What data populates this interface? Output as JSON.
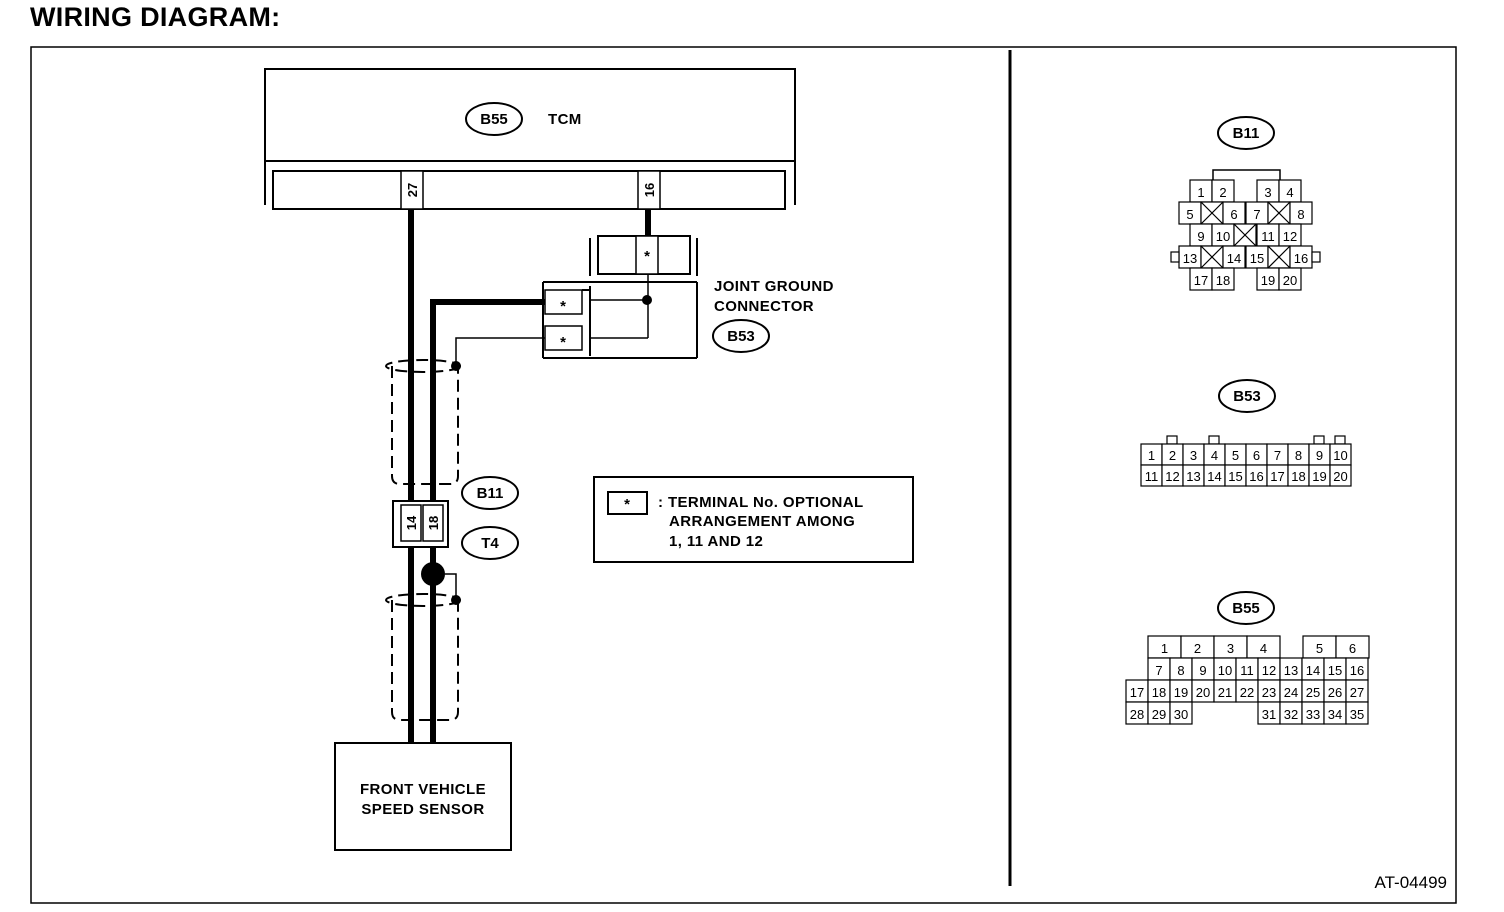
{
  "title": "WIRING DIAGRAM:",
  "figure_id": "AT-04499",
  "tcm": {
    "connector": "B55",
    "name": "TCM",
    "terminal_a": "27",
    "terminal_b": "16"
  },
  "joint_ground": {
    "line1": "JOINT GROUND",
    "line2": "CONNECTOR",
    "connector": "B53",
    "marker": "*"
  },
  "junction": {
    "connector_a": "B11",
    "connector_b": "T4",
    "pin_a": "14",
    "pin_b": "18"
  },
  "sensor": {
    "line1": "FRONT VEHICLE",
    "line2": "SPEED SENSOR"
  },
  "note": {
    "symbol": "*",
    "line1": ": TERMINAL No. OPTIONAL",
    "line2": "ARRANGEMENT AMONG",
    "line3": "1, 11 AND 12"
  },
  "connector_views": {
    "b11": {
      "label": "B11",
      "pins": [
        "1",
        "2",
        "3",
        "4",
        "5",
        "6",
        "7",
        "8",
        "9",
        "10",
        "11",
        "12",
        "13",
        "14",
        "15",
        "16",
        "17",
        "18",
        "19",
        "20"
      ]
    },
    "b53": {
      "label": "B53",
      "pins": [
        "1",
        "2",
        "3",
        "4",
        "5",
        "6",
        "7",
        "8",
        "9",
        "10",
        "11",
        "12",
        "13",
        "14",
        "15",
        "16",
        "17",
        "18",
        "19",
        "20"
      ]
    },
    "b55": {
      "label": "B55",
      "pins": [
        "1",
        "2",
        "3",
        "4",
        "5",
        "6",
        "7",
        "8",
        "9",
        "10",
        "11",
        "12",
        "13",
        "14",
        "15",
        "16",
        "17",
        "18",
        "19",
        "20",
        "21",
        "22",
        "23",
        "24",
        "25",
        "26",
        "27",
        "28",
        "29",
        "30",
        "31",
        "32",
        "33",
        "34",
        "35"
      ]
    }
  }
}
